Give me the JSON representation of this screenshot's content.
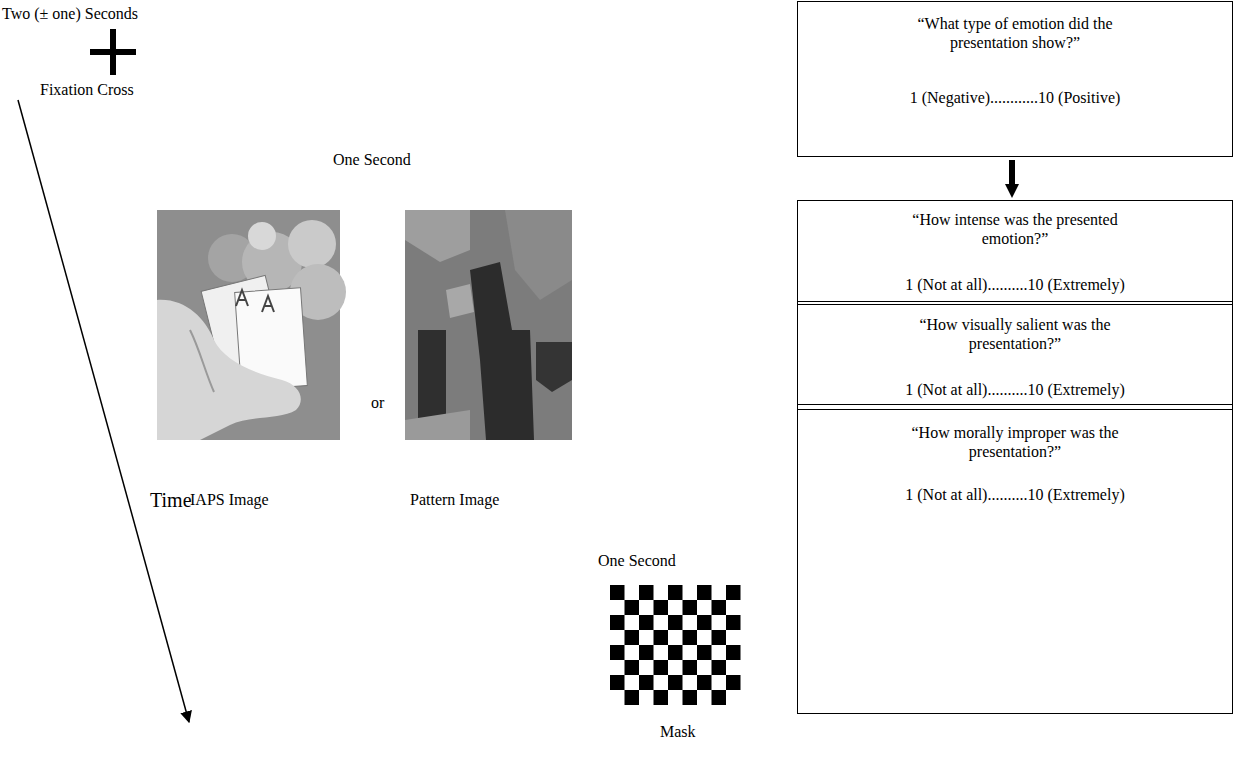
{
  "diagram": {
    "nodes": [
      {
        "text": [
          "“What type of emotion did the presentation show?”",
          "1 (Negative)............10 (Positive)"
        ]
      },
      {
        "text": [
          "“How intense was the presented emotion?”",
          "1 (Not at all)..........10 (Extremely)"
        ]
      },
      {
        "text": [
          "“How visually salient was the presentation?”",
          "1 (Not at all)..........10 (Extremely)"
        ]
      },
      {
        "text": [
          "“How morally improper was the presentation?”",
          "1 (Not at all)..........10 (Extremely)"
        ]
      }
    ],
    "edges": [
      {
        "from": 0,
        "to": 1,
        "arrow": "to"
      }
    ],
    "labels": [
      "Two (± one) Seconds",
      "Fixation Cross",
      "One Second",
      "or",
      "IAPS Image",
      "Pattern Image",
      "One Second",
      "Mask",
      "Time"
    ]
  }
}
